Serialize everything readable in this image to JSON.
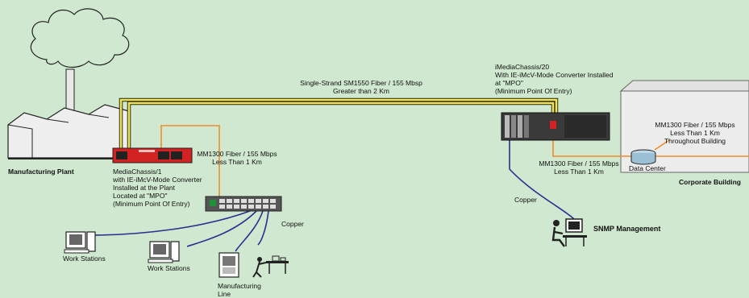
{
  "labels": {
    "manufacturing_plant": "Manufacturing Plant",
    "corporate_building": "Corporate Building",
    "single_strand_link": "Single-Strand SM1550 Fiber / 155 Mbsp\nGreater than 2 Km",
    "imedia_chassis_20": "iMediaChassis/20\nWith IE-iMcV-Mode Converter Installed\nat \"MPO\"\n(Minimum Point Of Entry)",
    "media_chassis_1": "MediaChassis/1\nwith IE-iMcV-Mode Converter\nInstalled at the Plant\nLocated at \"MPO\"\n(Minimum Point Of Entry)",
    "mm1300_plant": "MM1300 Fiber / 155 Mbps\nLess Than 1 Km",
    "mm1300_corporate": "MM1300 Fiber / 155 Mbps\nLess Than 1 Km",
    "mm1300_building": "MM1300 Fiber / 155 Mbps\nLess Than 1 Km\nThroughout Building",
    "data_center": "Data Center",
    "copper_plant": "Copper",
    "copper_corporate": "Copper",
    "snmp_management": "SNMP Management",
    "work_stations_1": "Work Stations",
    "work_stations_2": "Work Stations",
    "manufacturing_line": "Manufacturing\nLine"
  },
  "colors": {
    "background": "#cfe8cf",
    "single_mode_fiber": "#f2e64a",
    "multi_mode_fiber": "#f08a2a",
    "copper": "#2b2f8f",
    "media_chassis": "#d32222",
    "rack_chassis": "#3a3a3a"
  }
}
